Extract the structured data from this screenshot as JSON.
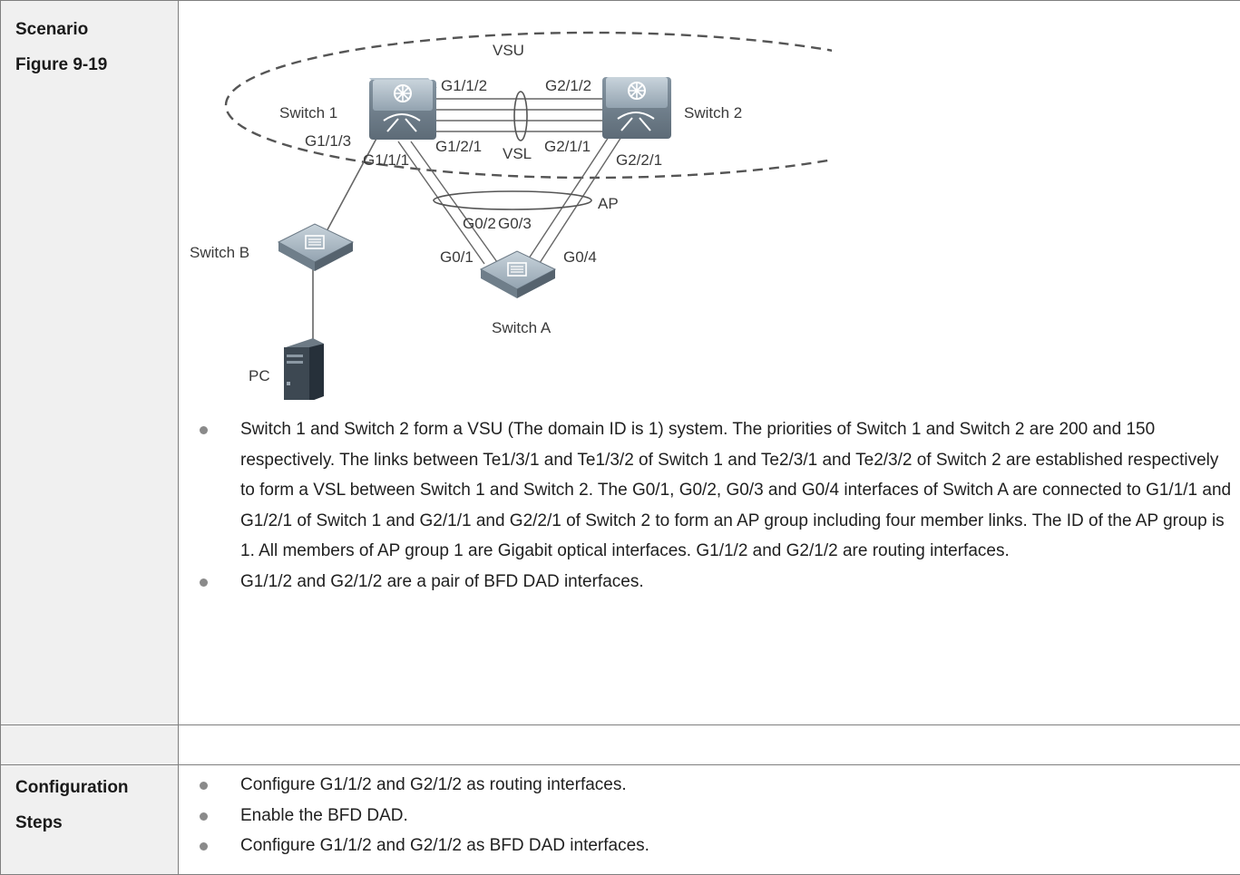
{
  "scenario": {
    "labels": [
      "Scenario",
      "Figure 9-19"
    ],
    "diagram": {
      "vsu_label": "VSU",
      "switch1": "Switch 1",
      "switch2": "Switch 2",
      "switchA": "Switch A",
      "switchB": "Switch B",
      "pc": "PC",
      "vsl": "VSL",
      "ap": "AP",
      "ports": {
        "g112": "G1/1/2",
        "g212": "G2/1/2",
        "g113": "G1/1/3",
        "g111": "G1/1/1",
        "g121": "G1/2/1",
        "g211": "G2/1/1",
        "g221": "G2/2/1",
        "g02": "G0/2",
        "g03": "G0/3",
        "g01": "G0/1",
        "g04": "G0/4"
      }
    },
    "bullets": [
      "Switch 1 and Switch 2 form a VSU (The domain ID is 1) system. The priorities of Switch 1 and Switch 2 are 200 and 150 respectively. The links between Te1/3/1 and Te1/3/2 of Switch 1 and Te2/3/1 and Te2/3/2 of Switch 2 are established respectively to form a VSL between Switch 1 and Switch 2. The G0/1, G0/2, G0/3 and G0/4 interfaces of Switch A are connected to G1/1/1 and G1/2/1 of Switch 1 and G2/1/1 and G2/2/1 of Switch 2 to form an AP group including four member links. The ID of the AP group is 1. All members of AP group 1 are Gigabit optical interfaces. G1/1/2 and G2/1/2 are routing interfaces.",
      "G1/1/2 and G2/1/2 are a pair of BFD DAD interfaces."
    ]
  },
  "configuration": {
    "labels": [
      "Configuration",
      "Steps"
    ],
    "steps": [
      "Configure G1/1/2 and G2/1/2 as routing interfaces.",
      "Enable the BFD DAD.",
      "Configure G1/1/2 and G2/1/2 as BFD DAD interfaces."
    ]
  }
}
